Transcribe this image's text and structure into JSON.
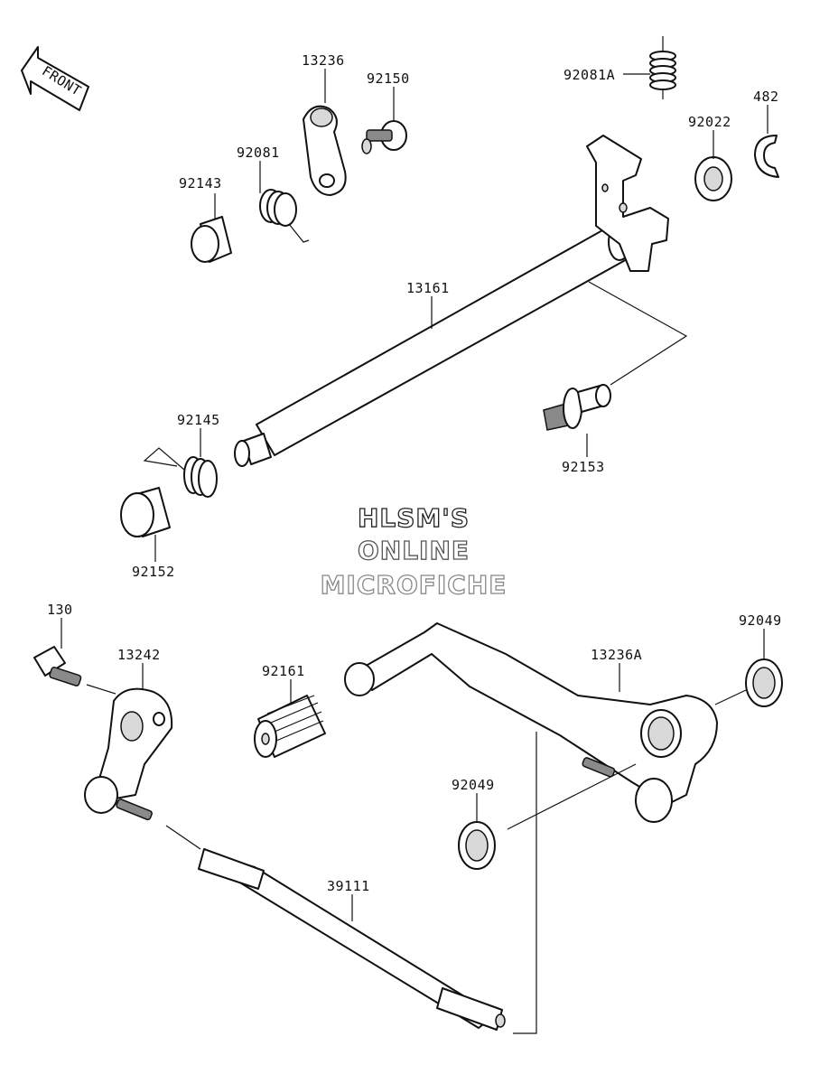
{
  "front_marker": "FRONT",
  "watermark": [
    "HLSM'S",
    "ONLINE",
    "MICROFICHE"
  ],
  "labels": {
    "p13236": "13236",
    "p92150": "92150",
    "p92081A": "92081A",
    "p482": "482",
    "p92022": "92022",
    "p92081": "92081",
    "p92143": "92143",
    "p13161": "13161",
    "p92145": "92145",
    "p92153": "92153",
    "p92152": "92152",
    "p130": "130",
    "p13242": "13242",
    "p92161": "92161",
    "p13236A": "13236A",
    "p92049_top": "92049",
    "p92049_mid": "92049",
    "p39111": "39111"
  }
}
